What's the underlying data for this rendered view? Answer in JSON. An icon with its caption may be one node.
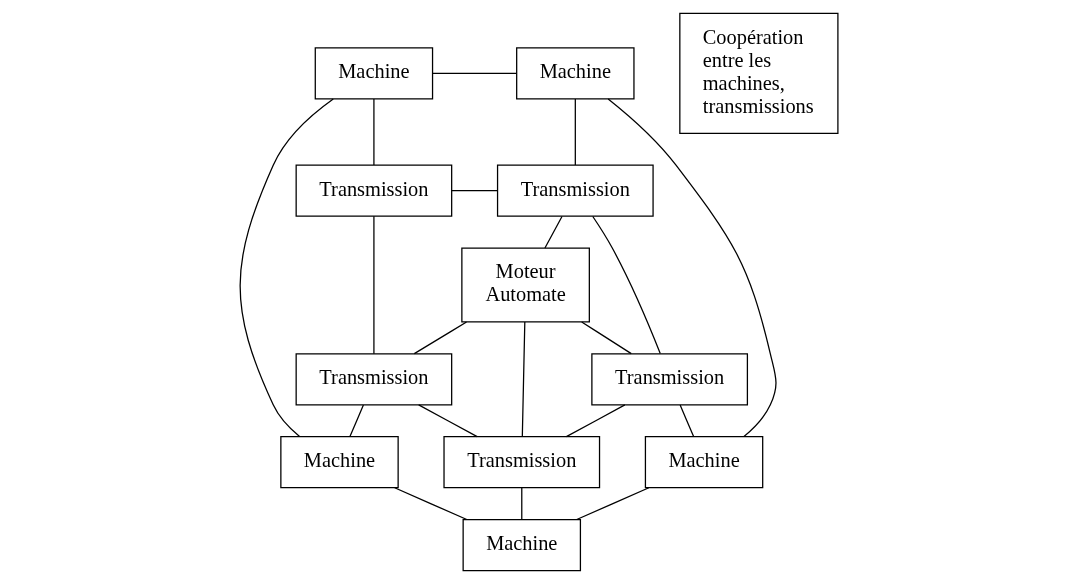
{
  "diagram": {
    "nodes": [
      {
        "text": [
          "Machine"
        ]
      },
      {
        "text": [
          "Machine"
        ]
      },
      {
        "text": [
          "Coopération entre les machines, transmissions"
        ]
      },
      {
        "text": [
          "Transmission"
        ]
      },
      {
        "text": [
          "Transmission"
        ]
      },
      {
        "text": [
          "Moteur Automate"
        ]
      },
      {
        "text": [
          "Transmission"
        ]
      },
      {
        "text": [
          "Transmission"
        ]
      },
      {
        "text": [
          "Transmission"
        ]
      },
      {
        "text": [
          "Machine"
        ]
      },
      {
        "text": [
          "Machine"
        ]
      },
      {
        "text": [
          "Machine"
        ]
      }
    ],
    "edges": [
      {
        "from": 0,
        "to": 1,
        "arrow": "none"
      },
      {
        "from": 0,
        "to": 3,
        "arrow": "none"
      },
      {
        "from": 0,
        "to": 9,
        "arrow": "none"
      },
      {
        "from": 1,
        "to": 4,
        "arrow": "none"
      },
      {
        "from": 1,
        "to": 10,
        "arrow": "none"
      },
      {
        "from": 3,
        "to": 4,
        "arrow": "none"
      },
      {
        "from": 3,
        "to": 6,
        "arrow": "none"
      },
      {
        "from": 4,
        "to": 5,
        "arrow": "none"
      },
      {
        "from": 4,
        "to": 7,
        "arrow": "none"
      },
      {
        "from": 5,
        "to": 6,
        "arrow": "none"
      },
      {
        "from": 5,
        "to": 7,
        "arrow": "none"
      },
      {
        "from": 5,
        "to": 8,
        "arrow": "none"
      },
      {
        "from": 6,
        "to": 9,
        "arrow": "none"
      },
      {
        "from": 6,
        "to": 8,
        "arrow": "none"
      },
      {
        "from": 8,
        "to": 7,
        "arrow": "none"
      },
      {
        "from": 7,
        "to": 10,
        "arrow": "none"
      },
      {
        "from": 8,
        "to": 11,
        "arrow": "none"
      },
      {
        "from": 9,
        "to": 11,
        "arrow": "none"
      },
      {
        "from": 10,
        "to": 11,
        "arrow": "none"
      }
    ]
  }
}
